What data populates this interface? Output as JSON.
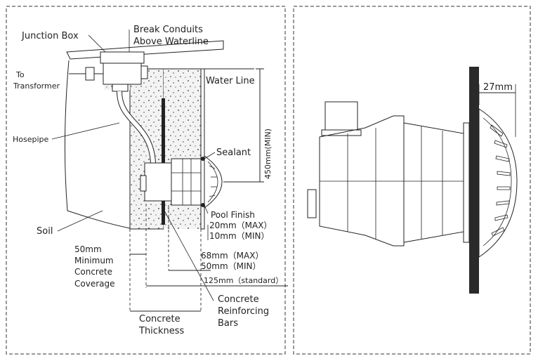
{
  "labels": {
    "junction_box": "Junction Box",
    "break_conduits_1": "Break Conduits",
    "break_conduits_2": "Above Waterline",
    "to_1": "To",
    "to_2": "Transformer",
    "water_line": "Water Line",
    "hosepipe": "Hosepipe",
    "sealant": "Sealant",
    "soil": "Soil",
    "min_water_depth": "450mm(MIN)",
    "pool_finish": "Pool Finish",
    "finish_max": "20mm（MAX）",
    "finish_min": "10mm（MIN）",
    "coverage_1": "50mm",
    "coverage_2": "Minimum",
    "coverage_3": "Concrete",
    "coverage_4": "Coverage",
    "depth_max": "68mm（MAX）",
    "depth_min": "50mm（MIN）",
    "standard": "125mm（standard）",
    "rebar_1": "Concrete",
    "rebar_2": "Reinforcing",
    "rebar_3": "Bars",
    "thickness_1": "Concrete",
    "thickness_2": "Thickness",
    "flange": "27mm"
  }
}
